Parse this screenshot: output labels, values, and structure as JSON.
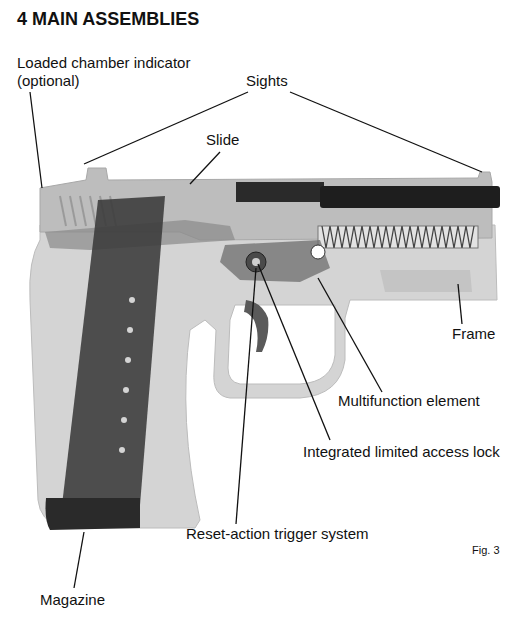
{
  "diagram": {
    "title": "4 MAIN ASSEMBLIES",
    "labels": [
      "Loaded chamber indicator (optional)",
      "Sights",
      "Slide",
      "Frame",
      "Multifunction element",
      "Integrated limited access lock",
      "Reset-action trigger system",
      "Magazine",
      "Fig. 3"
    ]
  }
}
